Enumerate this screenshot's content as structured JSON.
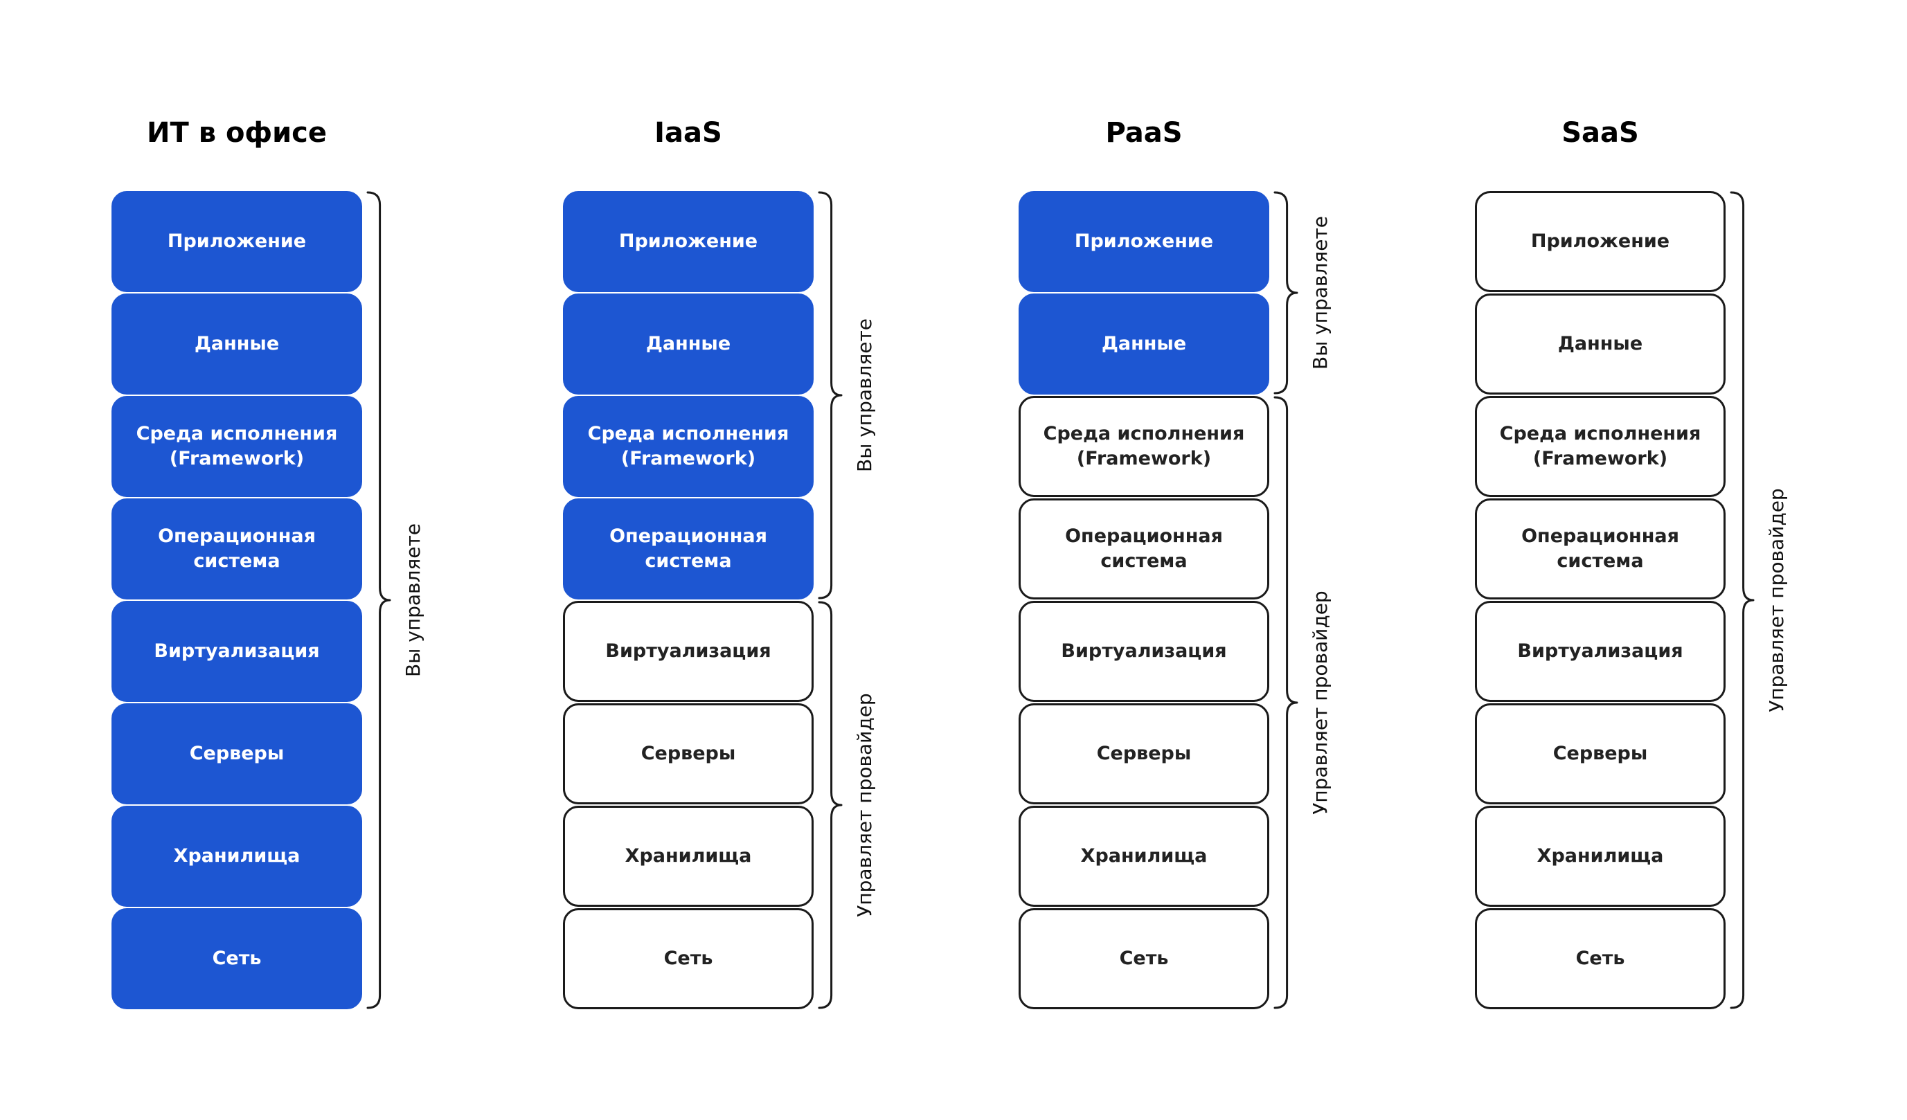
{
  "columns": [
    {
      "title": "ИТ в офисе",
      "layers": [
        {
          "label": "Приложение",
          "managed_by": "you"
        },
        {
          "label": "Данные",
          "managed_by": "you"
        },
        {
          "label": "Среда исполнения\n(Framework)",
          "managed_by": "you"
        },
        {
          "label": "Операционная\nсистема",
          "managed_by": "you"
        },
        {
          "label": "Виртуализация",
          "managed_by": "you"
        },
        {
          "label": "Серверы",
          "managed_by": "you"
        },
        {
          "label": "Хранилища",
          "managed_by": "you"
        },
        {
          "label": "Сеть",
          "managed_by": "you"
        }
      ],
      "braces": [
        {
          "label": "Вы управляете",
          "from": 0,
          "to": 7
        }
      ]
    },
    {
      "title": "IaaS",
      "layers": [
        {
          "label": "Приложение",
          "managed_by": "you"
        },
        {
          "label": "Данные",
          "managed_by": "you"
        },
        {
          "label": "Среда исполнения\n(Framework)",
          "managed_by": "you"
        },
        {
          "label": "Операционная\nсистема",
          "managed_by": "you"
        },
        {
          "label": "Виртуализация",
          "managed_by": "provider"
        },
        {
          "label": "Серверы",
          "managed_by": "provider"
        },
        {
          "label": "Хранилища",
          "managed_by": "provider"
        },
        {
          "label": "Сеть",
          "managed_by": "provider"
        }
      ],
      "braces": [
        {
          "label": "Вы управляете",
          "from": 0,
          "to": 3
        },
        {
          "label": "Управляет провайдер",
          "from": 4,
          "to": 7
        }
      ]
    },
    {
      "title": "PaaS",
      "layers": [
        {
          "label": "Приложение",
          "managed_by": "you"
        },
        {
          "label": "Данные",
          "managed_by": "you"
        },
        {
          "label": "Среда исполнения\n(Framework)",
          "managed_by": "provider"
        },
        {
          "label": "Операционная\nсистема",
          "managed_by": "provider"
        },
        {
          "label": "Виртуализация",
          "managed_by": "provider"
        },
        {
          "label": "Серверы",
          "managed_by": "provider"
        },
        {
          "label": "Хранилища",
          "managed_by": "provider"
        },
        {
          "label": "Сеть",
          "managed_by": "provider"
        }
      ],
      "braces": [
        {
          "label": "Вы управляете",
          "from": 0,
          "to": 1
        },
        {
          "label": "Управляет провайдер",
          "from": 2,
          "to": 7
        }
      ]
    },
    {
      "title": "SaaS",
      "layers": [
        {
          "label": "Приложение",
          "managed_by": "provider"
        },
        {
          "label": "Данные",
          "managed_by": "provider"
        },
        {
          "label": "Среда исполнения\n(Framework)",
          "managed_by": "provider"
        },
        {
          "label": "Операционная\nсистема",
          "managed_by": "provider"
        },
        {
          "label": "Виртуализация",
          "managed_by": "provider"
        },
        {
          "label": "Серверы",
          "managed_by": "provider"
        },
        {
          "label": "Хранилища",
          "managed_by": "provider"
        },
        {
          "label": "Сеть",
          "managed_by": "provider"
        }
      ],
      "braces": [
        {
          "label": "Управляет провайдер",
          "from": 0,
          "to": 7
        }
      ]
    }
  ],
  "colors": {
    "you_fill": "#1d56d2",
    "you_text": "#ffffff",
    "provider_fill": "#ffffff",
    "provider_border": "#1a1a1a",
    "provider_text": "#222222"
  }
}
